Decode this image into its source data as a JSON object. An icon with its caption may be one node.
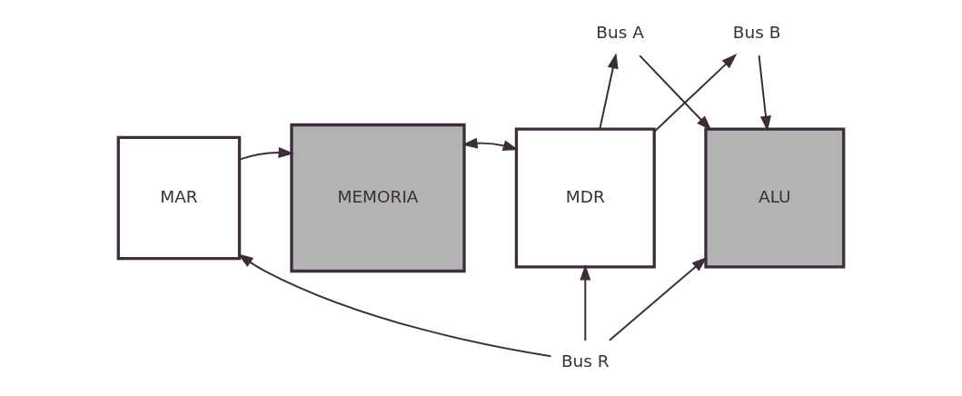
{
  "diagram": {
    "nodes": [
      {
        "text": [
          "Bus A"
        ]
      },
      {
        "text": [
          "Bus B"
        ]
      },
      {
        "text": [
          "MAR"
        ]
      },
      {
        "text": [
          "MEMORIA"
        ]
      },
      {
        "text": [
          "MDR"
        ]
      },
      {
        "text": [
          "ALU"
        ]
      },
      {
        "text": [
          "Bus R"
        ]
      }
    ],
    "edges": [
      {
        "from": 2,
        "to": 3,
        "arrow": "to"
      },
      {
        "from": 3,
        "to": 4,
        "arrow": "both"
      },
      {
        "from": 4,
        "to": 1,
        "arrow": "to"
      },
      {
        "from": 4,
        "to": 0,
        "arrow": "to"
      },
      {
        "from": 1,
        "to": 5,
        "arrow": "to"
      },
      {
        "from": 0,
        "to": 5,
        "arrow": "to"
      },
      {
        "from": 6,
        "to": 2,
        "arrow": "to"
      },
      {
        "from": 6,
        "to": 4,
        "arrow": "to"
      },
      {
        "from": 6,
        "to": 5,
        "arrow": "to"
      }
    ]
  }
}
